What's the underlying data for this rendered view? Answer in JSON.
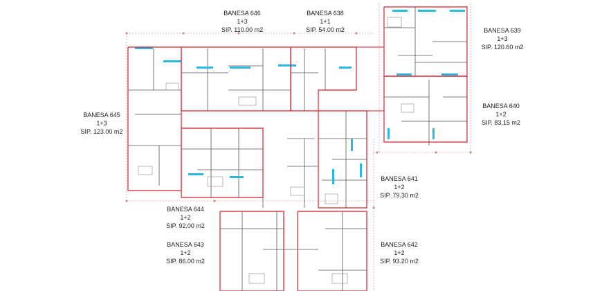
{
  "units": [
    {
      "id": "646",
      "name": "BANESA 646",
      "type": "1+3",
      "area": "SIP. 110.00 m2"
    },
    {
      "id": "638",
      "name": "BANESA 638",
      "type": "1+1",
      "area": "SIP. 54.00 m2"
    },
    {
      "id": "639",
      "name": "BANESA 639",
      "type": "1+3",
      "area": "SIP. 120.60 m2"
    },
    {
      "id": "640",
      "name": "BANESA 640",
      "type": "1+2",
      "area": "SIP. 83.15 m2"
    },
    {
      "id": "645",
      "name": "BANESA 645",
      "type": "1+3",
      "area": "SIP. 123.00 m2"
    },
    {
      "id": "641",
      "name": "BANESA 641",
      "type": "1+2",
      "area": "SIP. 79.30 m2"
    },
    {
      "id": "644",
      "name": "BANESA 644",
      "type": "1+2",
      "area": "SIP. 92.00 m2"
    },
    {
      "id": "643",
      "name": "BANESA 643",
      "type": "1+2",
      "area": "SIP. 86.00 m2"
    },
    {
      "id": "642",
      "name": "BANESA 642",
      "type": "1+2",
      "area": "SIP. 93.20 m2"
    }
  ],
  "colors": {
    "unit_outline": "#d81e2c",
    "wall": "#555555",
    "window": "#2ab8e0",
    "grid": "#d07a7a"
  }
}
